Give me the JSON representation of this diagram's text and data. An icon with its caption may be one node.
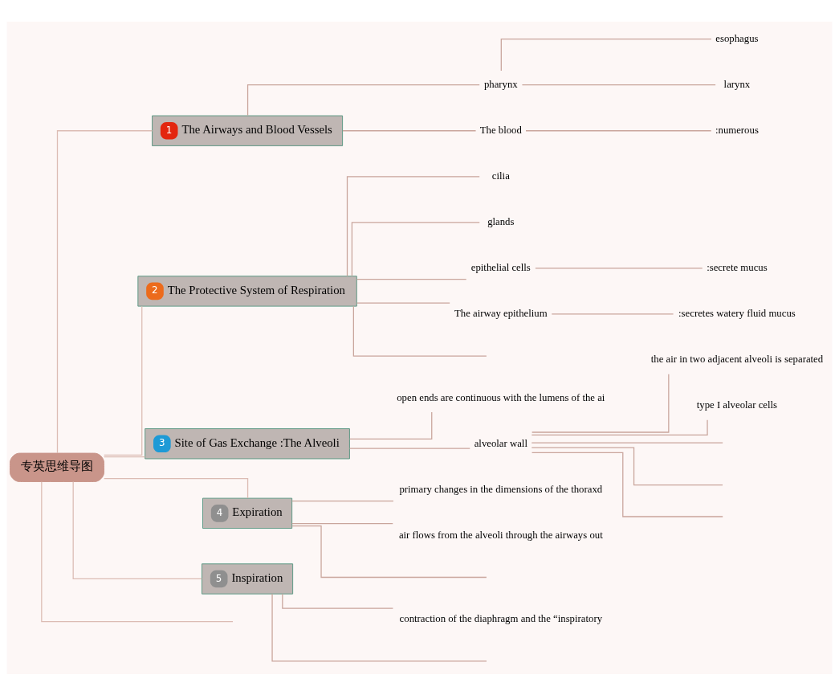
{
  "diagram": {
    "nodes": [
      {
        "text": [
          "专英思维导图"
        ]
      },
      {
        "text": [
          "1",
          "The Airways and Blood Vessels"
        ]
      },
      {
        "text": [
          "pharynx"
        ]
      },
      {
        "text": [
          "esophagus"
        ]
      },
      {
        "text": [
          "larynx"
        ]
      },
      {
        "text": [
          "The blood"
        ]
      },
      {
        "text": [
          ":numerous"
        ]
      },
      {
        "text": [
          "2",
          "The Protective System of Respiration"
        ]
      },
      {
        "text": [
          "cilia"
        ]
      },
      {
        "text": [
          "glands"
        ]
      },
      {
        "text": [
          "epithelial cells"
        ]
      },
      {
        "text": [
          ":secrete mucus"
        ]
      },
      {
        "text": [
          "The airway epithelium"
        ]
      },
      {
        "text": [
          ":secretes watery fluid mucus"
        ]
      },
      {
        "text": [
          "3",
          "Site of Gas Exchange :The Alveoli"
        ]
      },
      {
        "text": [
          "open ends are continuous with the lumens of the ai"
        ]
      },
      {
        "text": [
          "alveolar wall"
        ]
      },
      {
        "text": [
          "the air in two adjacent alveoli is separated"
        ]
      },
      {
        "text": [
          "type I alveolar cells"
        ]
      },
      {
        "text": [
          "4",
          "Expiration"
        ]
      },
      {
        "text": [
          "primary changes in the dimensions of the thoraxd"
        ]
      },
      {
        "text": [
          "air flows from the alveoli through the airways out"
        ]
      },
      {
        "text": [
          "5",
          "Inspiration"
        ]
      },
      {
        "text": [
          "contraction of the diaphragm and the “inspiratory"
        ]
      }
    ],
    "edges": [
      {
        "from": 0,
        "to": 1,
        "arrow": "none"
      },
      {
        "from": 1,
        "to": 2,
        "arrow": "none"
      },
      {
        "from": 2,
        "to": 3,
        "arrow": "none"
      },
      {
        "from": 2,
        "to": 4,
        "arrow": "none"
      },
      {
        "from": 1,
        "to": 5,
        "arrow": "none"
      },
      {
        "from": 5,
        "to": 6,
        "arrow": "none"
      },
      {
        "from": 0,
        "to": 7,
        "arrow": "none"
      },
      {
        "from": 7,
        "to": 8,
        "arrow": "none"
      },
      {
        "from": 7,
        "to": 9,
        "arrow": "none"
      },
      {
        "from": 7,
        "to": 10,
        "arrow": "none"
      },
      {
        "from": 10,
        "to": 11,
        "arrow": "none"
      },
      {
        "from": 7,
        "to": 12,
        "arrow": "none"
      },
      {
        "from": 12,
        "to": 13,
        "arrow": "none"
      },
      {
        "from": 7,
        "to": null,
        "arrow": "none"
      },
      {
        "from": 0,
        "to": 14,
        "arrow": "none"
      },
      {
        "from": 14,
        "to": 15,
        "arrow": "none"
      },
      {
        "from": 14,
        "to": 16,
        "arrow": "none"
      },
      {
        "from": 16,
        "to": 17,
        "arrow": "none"
      },
      {
        "from": 16,
        "to": 18,
        "arrow": "none"
      },
      {
        "from": 16,
        "to": null,
        "arrow": "none"
      },
      {
        "from": 16,
        "to": null,
        "arrow": "none"
      },
      {
        "from": 16,
        "to": null,
        "arrow": "none"
      },
      {
        "from": 0,
        "to": 19,
        "arrow": "none"
      },
      {
        "from": 19,
        "to": 20,
        "arrow": "none"
      },
      {
        "from": 19,
        "to": 21,
        "arrow": "none"
      },
      {
        "from": 19,
        "to": null,
        "arrow": "none"
      },
      {
        "from": 0,
        "to": 22,
        "arrow": "none"
      },
      {
        "from": 22,
        "to": 23,
        "arrow": "none"
      },
      {
        "from": 22,
        "to": null,
        "arrow": "none"
      },
      {
        "from": 0,
        "to": null,
        "arrow": "none"
      }
    ]
  }
}
